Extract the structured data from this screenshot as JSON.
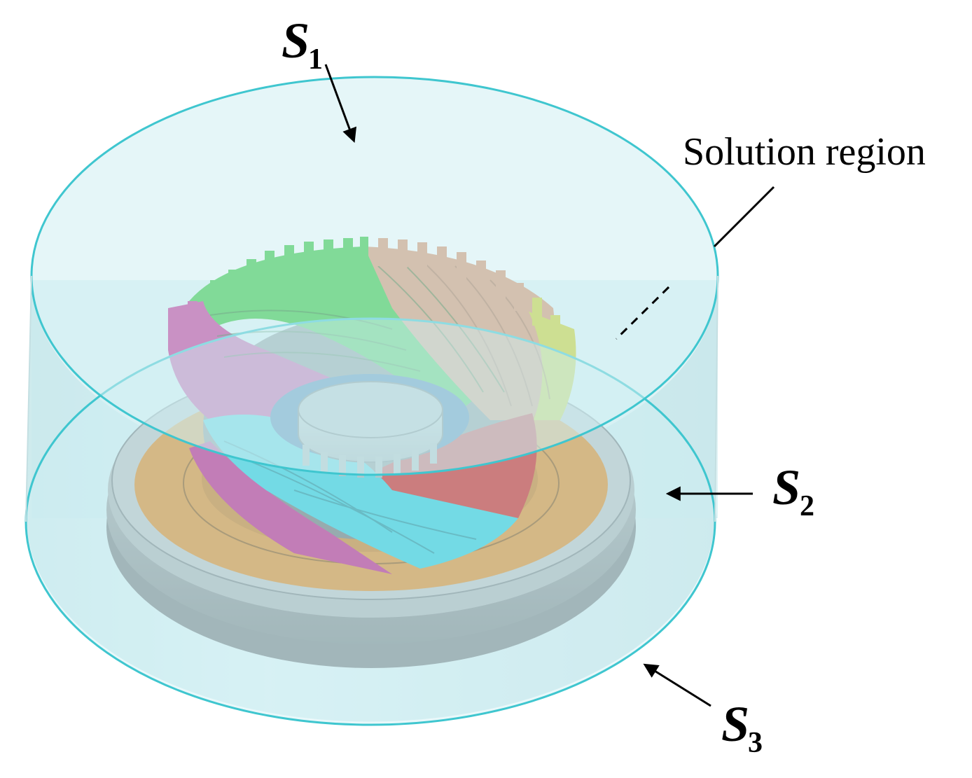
{
  "annotations": {
    "s1": {
      "letter": "S",
      "sub": "1"
    },
    "s2": {
      "letter": "S",
      "sub": "2"
    },
    "s3": {
      "letter": "S",
      "sub": "3"
    },
    "solution_region": "Solution region"
  },
  "colors": {
    "domain_fill": "#cfeff3",
    "domain_edge": "#3fc6cf",
    "base_grey": "#9aa3a6",
    "base_orange": "#d98a2c",
    "hub": "#a7b3b6",
    "hub_ring": "#1f5f9c",
    "blade_green": "#22c22a",
    "blade_salmon": "#d88a5f",
    "blade_yellow": "#c9cc1e",
    "blade_magenta": "#c2208c",
    "blade_cyan": "#28c9d9",
    "blade_red": "#c9201e"
  }
}
